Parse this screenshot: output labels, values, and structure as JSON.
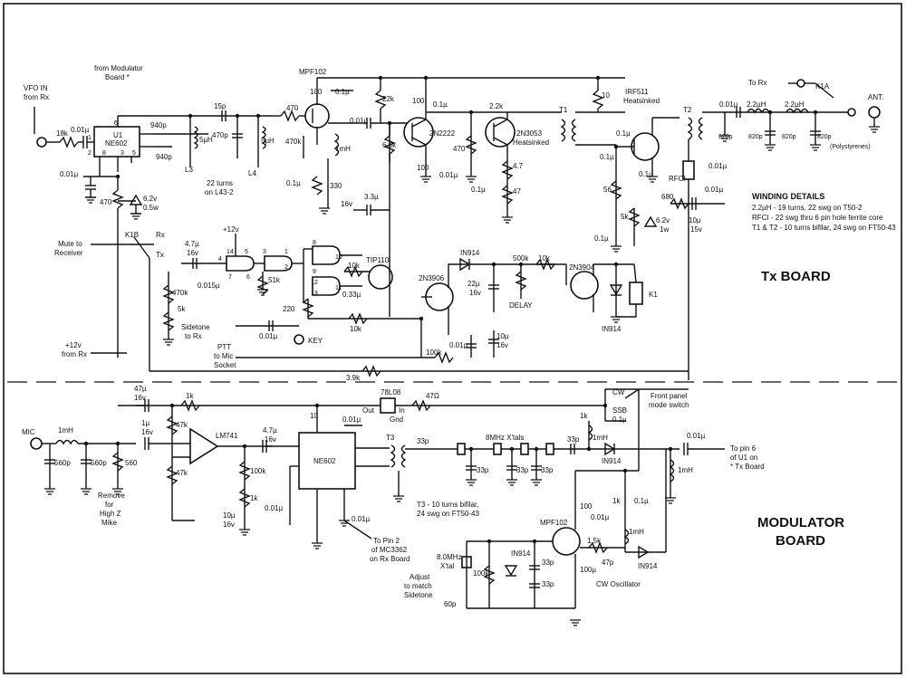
{
  "tx_board": {
    "title": "Tx BOARD",
    "vfo_label": "VFO IN",
    "vfo_sub": "from Rx",
    "from_mod_1": "from Modulator",
    "from_mod_2": "Board *",
    "u1_ref": "U1",
    "u1_part": "NE602",
    "u1_pin6": "6",
    "u1_pin1": "1",
    "u1_pin2": "2",
    "u1_pin8": "8",
    "u1_pin3": "3",
    "u1_pin5": "5",
    "l2_turns_1": "22 turns",
    "l2_turns_2": "on L43-2",
    "l3": "L3",
    "l4": "L4",
    "r18k": "18k",
    "c001a": "0.01µ",
    "c940a": "940p",
    "c940b": "940p",
    "c15p": "15p",
    "c470p": "470p",
    "l5uh_a": "5µH",
    "l5uh_b": "5µH",
    "r470a": "470",
    "r470b": "470",
    "c001b": "0.01µ",
    "z62": "6.2v",
    "z62p": "0.5w",
    "mpf102": "MPF102",
    "r100a": "100",
    "c01a": "0.1µ",
    "r22k": "22k",
    "r470k": "470k",
    "l1mh": "1mH",
    "c001c": "0.01µ",
    "r68k": "6.8k",
    "c01b": "0.1µ",
    "r330": "330",
    "c33u": "3.3µ",
    "v16a": "16v",
    "r100b": "100",
    "c01c": "0.1µ",
    "q2n2222": "2N2222",
    "r470c": "470",
    "r100c": "100",
    "c001d": "0.01µ",
    "r22ka": "2.2k",
    "q2n3053": "2N3053",
    "heatsink": "Heatsinked",
    "r47a": "4.7",
    "r47b": "47",
    "c01d": "0.1µ",
    "t1": "T1",
    "r10": "10",
    "irf511": "IRF511",
    "irf_hs": "Heatsinked",
    "c01e": "0.1µ",
    "c01f": "0.1µ",
    "r56": "56",
    "t2": "T2",
    "rfc1": "RFCI",
    "c001e": "0.01µ",
    "c001f": "0.01µ",
    "r680": "680",
    "c10u": "10µ",
    "v15": "15v",
    "r5k": "5k",
    "z62b": "6.2v",
    "z1w": "1w",
    "c01g": "0.1µ",
    "to_rx": "To Rx",
    "k1a": "K1A",
    "ant": "ANT.",
    "c001g": "0.01µ",
    "l22a": "2.2µH",
    "l22b": "2.2µH",
    "c820a": "820p",
    "c820b": "820p",
    "c820c": "820p",
    "c820d": "820p",
    "polys": "(Polystyrenes)",
    "winding_title": "WINDING DETAILS",
    "winding_1": "2.2µH    -  19 turns, 22 swg on T50-2",
    "winding_2": "RFCI     - 22 swg thru 6 pin hole ferrite core",
    "winding_3": "T1 & T2 - 10 turns bifilar, 24 swg on FT50-43",
    "k1b": "K1B",
    "rx": "Rx",
    "tx": "Tx",
    "mute_1": "Mute to",
    "mute_2": "Receiver",
    "plus12_a": "+12v",
    "c47u": "4.7µ",
    "v16b": "16v",
    "p14": "14",
    "p4": "4",
    "p5": "5",
    "p7": "7",
    "p3": "3",
    "p6": "6",
    "p2": "2",
    "p1": "1",
    "p8": "8",
    "p9": "9",
    "p10": "10",
    "p11": "11",
    "p12": "12",
    "p13": "13",
    "c0015": "0.015µ",
    "r51k": "51k",
    "r470kb": "470k",
    "r5kb": "5k",
    "side_1": "Sidetone",
    "side_2": "to Rx",
    "r10ka": "10k",
    "tip110": "TIP110",
    "c033": "0.33µ",
    "r220": "220",
    "c001h": "0.01µ",
    "key": "KEY",
    "r10kb": "10k",
    "ptt_1": "PTT",
    "ptt_2": "to Mic",
    "ptt_3": "Socket",
    "r39k": "3.9k",
    "plus12_b": "+12v",
    "from_rx": "from Rx",
    "in914a": "IN914",
    "r500k": "500k",
    "r10kc": "10k",
    "q2n3906": "2N3906",
    "c22u": "22µ",
    "v16c": "16v",
    "delay": "DELAY",
    "q2n3904": "2N3904",
    "k1": "K1",
    "in914b": "IN914",
    "r100kd": "100k",
    "c001i": "0.01µ",
    "c10ub": "10µ",
    "v16d": "16v"
  },
  "mod_board": {
    "title_1": "MODULATOR",
    "title_2": "BOARD",
    "c47ua": "47µ",
    "v16e": "16v",
    "r1ka": "1k",
    "u78l08": "78L08",
    "out": "Out",
    "in": "In",
    "gnd": "Gnd",
    "r47ohm": "47Ω",
    "cw": "CW",
    "ssb": "SSB",
    "fp_1": "Front panel",
    "fp_2": "mode switch",
    "mic": "MIC",
    "l1mhb": "1mH",
    "c1u": "1µ",
    "v16f": "16v",
    "r47ka": "47k",
    "r47kb": "47k",
    "lm741": "LM741",
    "c560a": "560p",
    "c560b": "560p",
    "r560": "560",
    "remove_1": "Remove",
    "remove_2": "for",
    "remove_3": "High Z",
    "remove_4": "Mike",
    "c47ub": "4.7µ",
    "v16g": "16v",
    "r100ka": "100k",
    "r1kb": "1k",
    "c10uc": "10µ",
    "v16h": "16v",
    "r10": "10",
    "c001j": "0.01µ",
    "ne602": "NE602",
    "c001k": "0.01µ",
    "c001l": "0.01µ",
    "to_pin2_1": "To Pin 2",
    "to_pin2_2": "of MC3362",
    "to_pin2_3": "on Rx Board",
    "t3": "T3",
    "c33pa": "33p",
    "c33pb": "33p",
    "c33pc": "33p",
    "c33pd": "33p",
    "c33pe": "33p",
    "xtals": "8MHz X'tals",
    "c33pf": "33p",
    "t3_note_1": "T3 - 10 turns bifilar,",
    "t3_note_2": "24 swg on FT50-43",
    "r1kc": "1k",
    "c01h": "0.1µ",
    "l1mhc": "1mH",
    "in914c": "IN914",
    "c001m": "0.01µ",
    "to_pin6_1": "To pin 6",
    "to_pin6_2": "of U1 on",
    "to_pin6_3": "* Tx Board",
    "l1mhd": "1mH",
    "mpf102b": "MPF102",
    "r100": "100",
    "c001n": "0.01µ",
    "r1kd": "1k",
    "c01i": "0.1µ",
    "l1mhe": "1mH",
    "xtal8": "8.0MHz",
    "xtal_sub": "X'tal",
    "r100kb": "100k",
    "in914d": "IN914",
    "c33pg": "33p",
    "c33ph": "33p",
    "r15k": "1.5k",
    "c47p": "47p",
    "in914e": "IN914",
    "c100u": "100µ",
    "cw_osc": "CW Oscillator",
    "adj_1": "Adjust",
    "adj_2": "to match",
    "adj_3": "Sidetone",
    "c60p": "60p"
  }
}
